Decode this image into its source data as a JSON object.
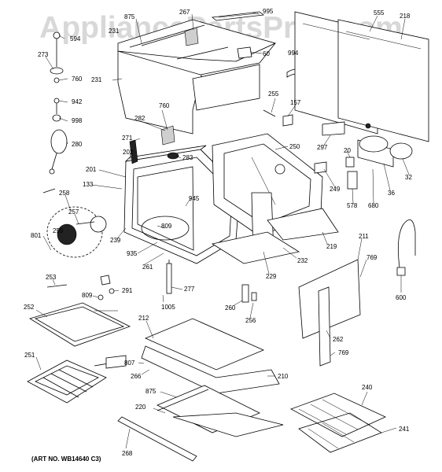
{
  "watermark": "AppliancePartsPros.com",
  "art_number": "(ART NO. WB14640 C3)",
  "labels": {
    "l875a": "875",
    "l267": "267",
    "l995": "995",
    "l555": "555",
    "l218": "218",
    "l594": "594",
    "l273": "273",
    "l231a": "231",
    "l60": "60",
    "l994": "994",
    "l760a": "760",
    "l231b": "231",
    "l942": "942",
    "l998": "998",
    "l280": "280",
    "l255": "255",
    "l157": "157",
    "l760b": "760",
    "l282": "282",
    "l271": "271",
    "l283": "283",
    "l250": "250",
    "l297": "297",
    "l202": "202",
    "l20": "20",
    "l201": "201",
    "l133": "133",
    "l945": "945",
    "l249": "249",
    "l578": "578",
    "l680": "680",
    "l36": "36",
    "l32": "32",
    "l258": "258",
    "l257": "257",
    "l259": "259",
    "l239": "239",
    "l809a": "809",
    "l801": "801",
    "l935": "935",
    "l261": "261",
    "l219": "219",
    "l211": "211",
    "l232": "232",
    "l229": "229",
    "l769a": "769",
    "l253": "253",
    "l291": "291",
    "l277": "277",
    "l809b": "809",
    "l260": "260",
    "l600": "600",
    "l1005": "1005",
    "l256": "256",
    "l252": "252",
    "l212": "212",
    "l262": "262",
    "l769b": "769",
    "l251": "251",
    "l807": "807",
    "l266": "266",
    "l210": "210",
    "l240": "240",
    "l875b": "875",
    "l220": "220",
    "l241": "241",
    "l268": "268"
  }
}
